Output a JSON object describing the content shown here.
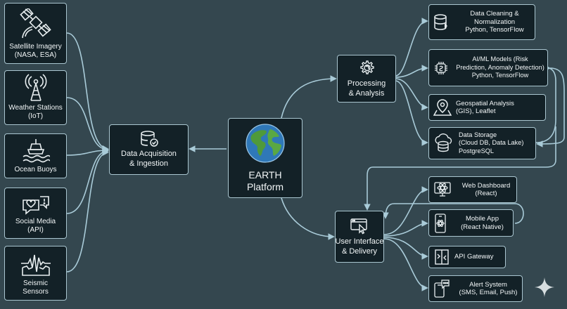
{
  "diagram": {
    "center": {
      "line1": "EARTH",
      "line2": "Platform"
    },
    "acquisition": {
      "line1": "Data Acquisition",
      "line2": "& Ingestion"
    },
    "processing": {
      "line1": "Processing",
      "line2": "& Analysis"
    },
    "ui_delivery": {
      "line1": "User Interface",
      "line2": "& Delivery"
    },
    "sources": [
      {
        "line1": "Satellite Imagery",
        "line2": "(NASA, ESA)"
      },
      {
        "line1": "Weather Stations",
        "line2": "(IoT)"
      },
      {
        "line1": "Ocean Buoys",
        "line2": ""
      },
      {
        "line1": "Social Media",
        "line2": "(API)"
      },
      {
        "line1": "Seismic",
        "line2": "Sensors"
      }
    ],
    "processing_outputs": [
      {
        "line1": "Data Cleaning &",
        "line2": "Normalization",
        "tech": "Python, TensorFlow"
      },
      {
        "line1": "AI/ML Models (Risk",
        "line2": "Prediction, Anomaly Detection)",
        "tech": "Python, TensorFlow"
      },
      {
        "line1": "Geospatial Analysis",
        "line2": "(GIS), Leaflet",
        "tech": ""
      },
      {
        "line1": "Data Storage",
        "line2": "(Cloud DB, Data Lake)",
        "tech": "PostgreSQL"
      }
    ],
    "delivery_outputs": [
      {
        "line1": "Web Dashboard",
        "line2": "(React)"
      },
      {
        "line1": "Mobile App",
        "line2": "(React Native)"
      },
      {
        "line1": "API Gateway",
        "line2": ""
      },
      {
        "line1": "Alert System",
        "line2": "(SMS, Email, Push)"
      }
    ],
    "colors": {
      "background": "#34474f",
      "box_fill": "#132127",
      "box_border": "#aac6d0",
      "connector": "#a9cbd8",
      "text": "#f2f6f7"
    },
    "icons": [
      "satellite-icon",
      "radio-tower-icon",
      "buoy-icon",
      "social-chat-icon",
      "seismograph-icon",
      "database-check-icon",
      "globe-icon",
      "gear-brain-icon",
      "cursor-window-icon",
      "database-icon",
      "brain-chip-icon",
      "map-pin-icon",
      "cloud-database-icon",
      "react-monitor-icon",
      "react-phone-icon",
      "api-gateway-icon",
      "phone-alert-icon",
      "sparkle-icon"
    ]
  }
}
